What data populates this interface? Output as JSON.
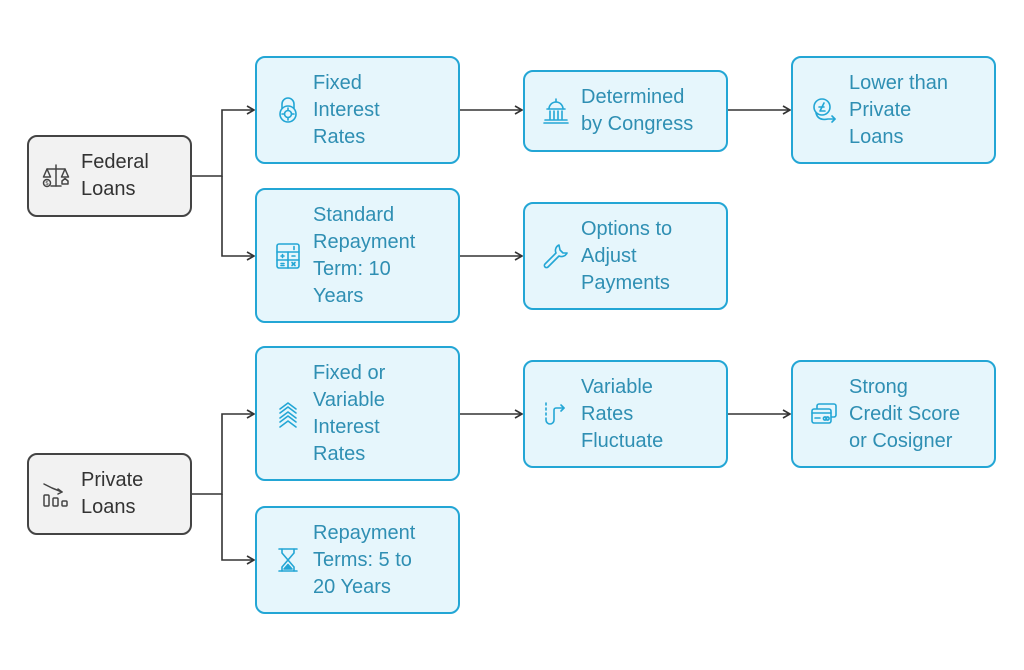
{
  "nodes": {
    "federal": {
      "label": "Federal\nLoans",
      "icon": "scale-dollar-icon"
    },
    "fixed_rates": {
      "label": "Fixed\nInterest\nRates",
      "icon": "lock-icon"
    },
    "congress": {
      "label": "Determined\nby Congress",
      "icon": "capitol-icon"
    },
    "lower": {
      "label": "Lower than\nPrivate\nLoans",
      "icon": "coin-down-icon"
    },
    "standard_term": {
      "label": "Standard\nRepayment\nTerm: 10\nYears",
      "icon": "calculator-icon"
    },
    "adjust": {
      "label": "Options to\nAdjust\nPayments",
      "icon": "wrench-icon"
    },
    "private": {
      "label": "Private\nLoans",
      "icon": "declining-chart-icon"
    },
    "fixed_variable": {
      "label": "Fixed or\nVariable\nInterest\nRates",
      "icon": "chevrons-up-icon"
    },
    "fluctuate": {
      "label": "Variable\nRates\nFluctuate",
      "icon": "curved-arrow-icon"
    },
    "credit": {
      "label": "Strong\nCredit Score\nor Cosigner",
      "icon": "credit-cards-icon"
    },
    "private_terms": {
      "label": "Repayment\nTerms: 5 to\n20 Years",
      "icon": "hourglass-icon"
    }
  },
  "colors": {
    "accent": "#23a6d5",
    "accent_text": "#2f8fb3",
    "node_fill": "#e6f6fc",
    "root_border": "#444444",
    "root_fill": "#f2f2f2",
    "connector": "#333333"
  }
}
